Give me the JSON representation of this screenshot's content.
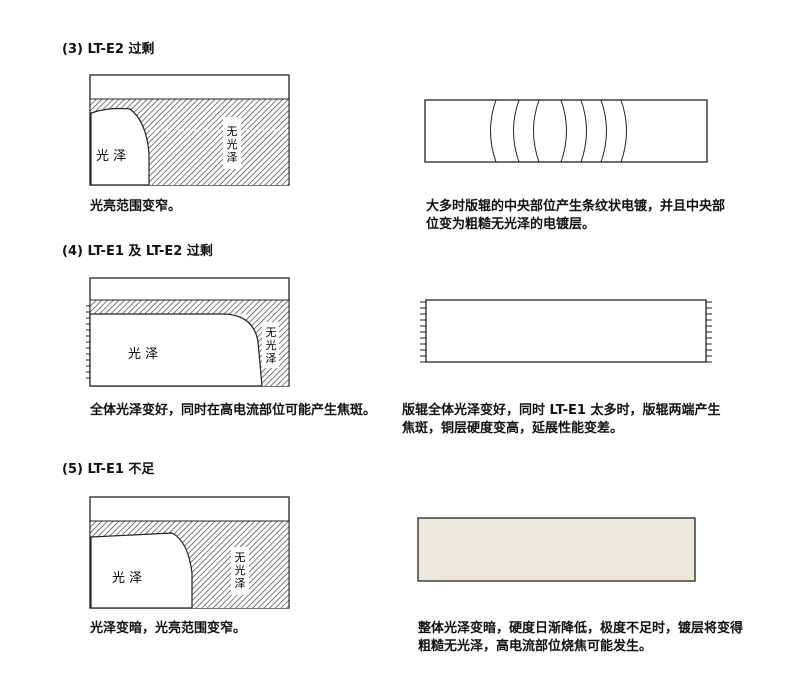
{
  "sections": [
    {
      "heading": "(3) LT-E2 过剩",
      "diagram": {
        "gloss_label": "光 泽",
        "matte_label": [
          "无",
          "光",
          "泽"
        ]
      },
      "left_caption": "光亮范围变窄。",
      "right_caption": "大多时版辊的中央部位产生条纹状电镀，并且中央部位变为粗糙无光泽的电镀层。"
    },
    {
      "heading": "(4) LT-E1 及 LT-E2 过剩",
      "diagram": {
        "gloss_label": "光 泽",
        "matte_label": [
          "无",
          "光",
          "泽"
        ]
      },
      "left_caption": "全体光泽变好，同时在高电流部位可能产生焦斑。",
      "right_caption": "版辊全体光泽变好，同时 LT-E1 太多时，版辊两端产生焦斑，铜层硬度变高，延展性能变差。"
    },
    {
      "heading": "(5) LT-E1 不足",
      "diagram": {
        "gloss_label": "光 泽",
        "matte_label": [
          "无",
          "光",
          "泽"
        ]
      },
      "left_caption": "光泽变暗，光亮范围变窄。",
      "right_caption": "整体光泽变暗，硬度日渐降低，极度不足时，镀层将变得粗糙无光泽，高电流部位烧焦可能发生。"
    }
  ],
  "colors": {
    "line": "#222222",
    "dull_fill": "#ece8dc"
  }
}
